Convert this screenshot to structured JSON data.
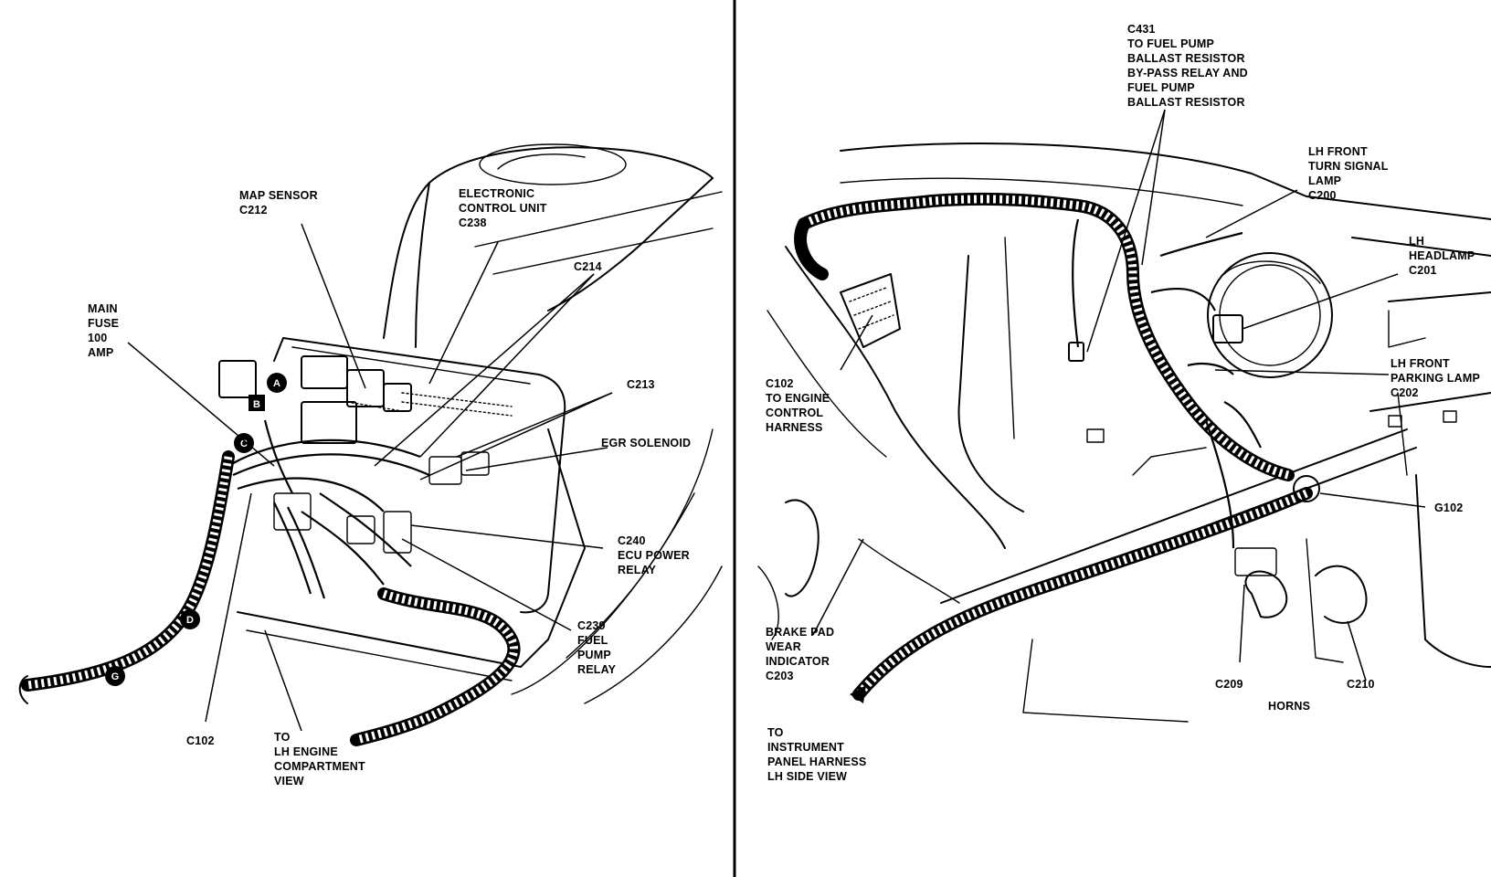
{
  "left_view": {
    "labels": {
      "map_sensor": [
        "MAP SENSOR",
        "C212"
      ],
      "ecu": [
        "ELECTRONIC",
        "CONTROL UNIT",
        "C238"
      ],
      "c214": [
        "C214"
      ],
      "main_fuse": [
        "MAIN",
        "FUSE",
        "100",
        "AMP"
      ],
      "c213": [
        "C213"
      ],
      "egr": [
        "EGR SOLENOID"
      ],
      "c240": [
        "C240",
        "ECU POWER",
        "RELAY"
      ],
      "c239": [
        "C239",
        "FUEL",
        "PUMP",
        "RELAY"
      ],
      "c102": [
        "C102"
      ],
      "to_lh": [
        "TO",
        "LH ENGINE",
        "COMPARTMENT",
        "VIEW"
      ]
    },
    "circle_markers": [
      "A",
      "B",
      "C",
      "D",
      "G"
    ]
  },
  "right_view": {
    "labels": {
      "c431": [
        "C431",
        "TO FUEL PUMP",
        "BALLAST RESISTOR",
        "BY-PASS RELAY AND",
        "FUEL PUMP",
        "BALLAST RESISTOR"
      ],
      "turn_signal": [
        "LH FRONT",
        "TURN SIGNAL",
        "LAMP",
        "C200"
      ],
      "headlamp": [
        "LH",
        "HEADLAMP",
        "C201"
      ],
      "c102_engine": [
        "C102",
        "TO ENGINE",
        "CONTROL",
        "HARNESS"
      ],
      "parking_lamp": [
        "LH FRONT",
        "PARKING LAMP",
        "C202"
      ],
      "g102": [
        "G102"
      ],
      "brake_pad": [
        "BRAKE PAD",
        "WEAR",
        "INDICATOR",
        "C203"
      ],
      "c209": [
        "C209"
      ],
      "c210": [
        "C210"
      ],
      "horns": [
        "HORNS"
      ],
      "to_instrument": [
        "TO",
        "INSTRUMENT",
        "PANEL HARNESS",
        "LH SIDE VIEW"
      ]
    }
  }
}
